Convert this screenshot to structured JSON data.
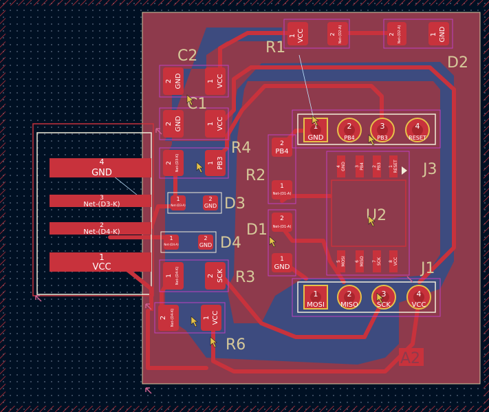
{
  "refs": {
    "c2": "C2",
    "c1": "C1",
    "r1": "R1",
    "d2": "D2",
    "r4": "R4",
    "r2": "R2",
    "d1": "D1",
    "d3": "D3",
    "d4": "D4",
    "r3": "R3",
    "r6": "R6",
    "j3": "J3",
    "u2": "U2",
    "j1": "J1",
    "a2": "A2"
  },
  "pads": {
    "r1_1": "1",
    "r1_vcc": "VCC",
    "r1_2": "2",
    "r1_net": "Net-(D2-A)",
    "d2_2": "2",
    "d2_net": "Net-(D2-A)",
    "d2_1": "1",
    "d2_gnd": "GND",
    "c2_2": "2",
    "c2_gnd": "GND",
    "c2_1": "1",
    "c2_vcc": "VCC",
    "c1_2": "2",
    "c1_gnd": "GND",
    "c1_1": "1",
    "c1_vcc": "VCC",
    "r4_2": "2",
    "r4_net": "Net-(D3-K)",
    "r4_1": "1",
    "r4_pb3": "PB3",
    "d3_1": "1",
    "d3_net": "Net-(D3-A)",
    "d3_2": "2",
    "d3_gnd": "GND",
    "d4_1": "1",
    "d4_net": "Net-(D4-A)",
    "d4_2": "2",
    "d4_gnd": "GND",
    "r3_1": "1",
    "r3_net": "Net-(D4-K)",
    "r3_2": "2",
    "r3_sck": "SCK",
    "r6_2": "2",
    "r6_net": "Net-(D4-K)",
    "r6_1": "1",
    "r6_vcc": "VCC",
    "r2_2": "2",
    "r2_pb4": "PB4",
    "r2_1": "1",
    "r2_net": "Net-(D1-A)",
    "d1_2": "2",
    "d1_net": "Net-(D1-A)",
    "d1_1": "1",
    "d1_gnd": "GND",
    "j3_1": "1",
    "j3_gnd": "GND",
    "j3_2": "2",
    "j3_pb4": "PB4",
    "j3_3": "3",
    "j3_pb3": "PB3",
    "j3_4": "4",
    "j3_reset": "RESET",
    "j1_1": "1",
    "j1_mosi": "MOSI",
    "j1_2": "2",
    "j1_miso": "MISO",
    "j1_3": "3",
    "j1_sck": "SCK",
    "j1_4": "4",
    "j1_vcc": "VCC",
    "u2_top": [
      "GND",
      "PB4",
      "PB3",
      "RESET"
    ],
    "u2_bottom": [
      "MOSI",
      "MISO",
      "SCK",
      "VCC"
    ],
    "u2_top_nums": [
      "4",
      "3",
      "2",
      "1"
    ],
    "u2_bot_nums": [
      "5",
      "6",
      "7",
      "8"
    ]
  },
  "connector": {
    "p4": "4",
    "p4_net": "GND",
    "p3": "3",
    "p3_net": "Net-(D3-K)",
    "p2": "2",
    "p2_net": "Net-(D4-K)",
    "p1": "1",
    "p1_net": "VCC"
  },
  "colors": {
    "board": "#8e3a4c",
    "pour": "#2f4f88",
    "copper": "#c8323c",
    "silk": "#f2eeda",
    "courtyard": "#c040c0",
    "edge": "#d8c9a0"
  }
}
